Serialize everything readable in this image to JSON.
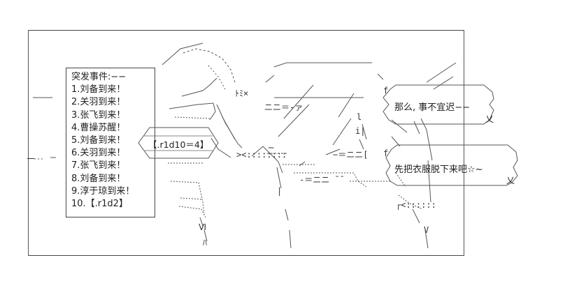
{
  "event_panel": {
    "title": "突发事件:−−",
    "items": [
      "1.刘备到来！",
      "2.关羽到来！",
      "3.张飞到来！",
      "4.曹操苏醒！",
      "5.刘备到来！",
      "6.关羽到来！",
      "7.张飞到来！",
      "8.刘备到来！",
      "9.淳于琼到来！",
      "10.【.r1d2】"
    ]
  },
  "dice": {
    "label": "【.r1d10＝4】"
  },
  "bubbles": {
    "first": "那么, 事不宜迟−−",
    "second": "先把衣服脱下来吧☆~",
    "tail_mark": "乂"
  },
  "ascii_art": {
    "fragments": [
      "ニニ＝-ァ",
      "ﾄﾐ×",
      "><::::::::",
      "−＝ニニ[",
      "‐＝ニニ ¯¯",
      "┌<::::::",
      "Ⅵ",
      "ﾊ",
      "V",
      "f",
      "f",
      "l",
      "i|",
      "|",
      "─",
      "ー"
    ]
  }
}
